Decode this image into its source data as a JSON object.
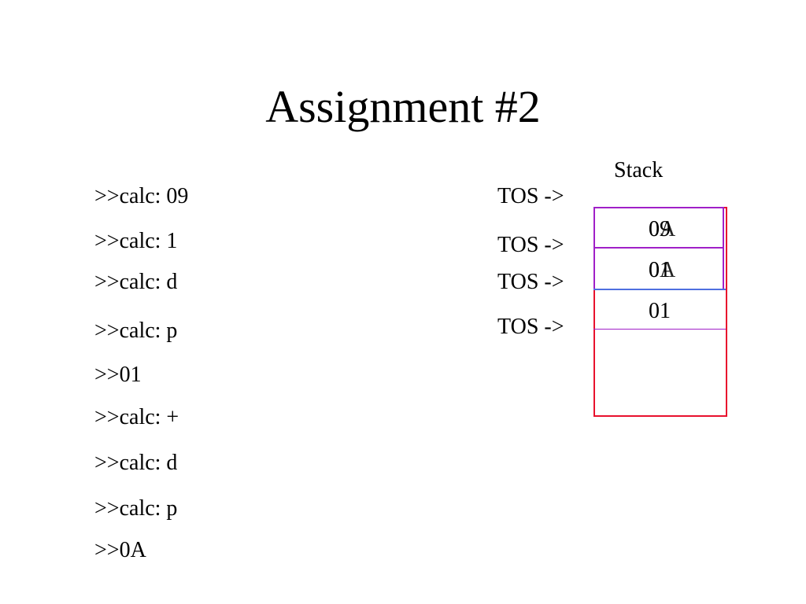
{
  "title": "Assignment #2",
  "commands": [
    ">>calc: 09",
    ">>calc: 1",
    ">>calc: d",
    ">>calc: p",
    ">>01",
    ">>calc: +",
    ">>calc: d",
    ">>calc: p",
    ">>0A"
  ],
  "tos_label": "TOS ->",
  "stack": {
    "label": "Stack",
    "cell_1_a": "09",
    "cell_1_b": "0A",
    "cell_2_a": "01",
    "cell_2_b": "0A",
    "cell_3": "01",
    "border_color": "#e8112d",
    "highlight_color": "#a020c8"
  }
}
